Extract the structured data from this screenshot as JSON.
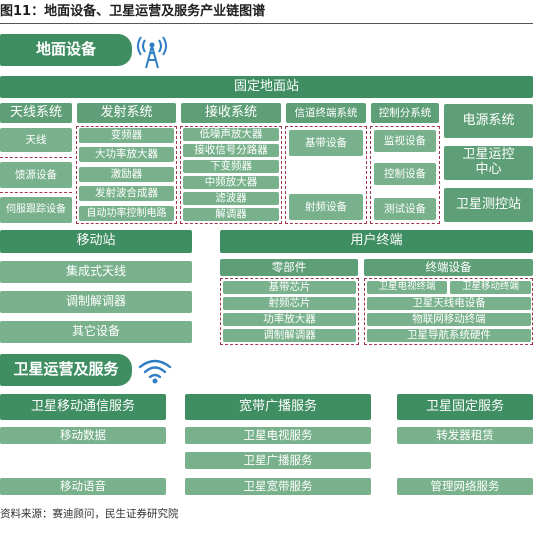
{
  "figure_title": "图11：地面设备、卫星运营及服务产业链图谱",
  "source_text": "资料来源：赛迪顾问，民生证券研究院",
  "ground": {
    "section_label": "地面设备",
    "station_label": "固定地面站",
    "columns": [
      {
        "header": "天线系统",
        "items": [
          "天线",
          "馈源设备",
          "伺服跟踪设备"
        ]
      },
      {
        "header": "发射系统",
        "items": [
          "变频器",
          "大功率放大器",
          "激励器",
          "发射波合成器",
          "自动功率控制电路"
        ]
      },
      {
        "header": "接收系统",
        "items": [
          "低噪声放大器",
          "接收信号分路器",
          "下变频器",
          "中频放大器",
          "滤波器",
          "解调器"
        ]
      },
      {
        "header": "信道终端系统",
        "items": [
          "基带设备",
          "射频设备"
        ]
      },
      {
        "header": "控制分系统",
        "items": [
          "监视设备",
          "控制设备",
          "测试设备"
        ]
      },
      {
        "header": "",
        "items": [
          "电源系统",
          "卫星运控中心",
          "卫星测控站"
        ]
      }
    ],
    "mobile": {
      "header": "移动站",
      "items": [
        "集成式天线",
        "调制解调器",
        "其它设备"
      ]
    },
    "user_terminal": {
      "header": "用户终端",
      "parts": {
        "header": "零部件",
        "items": [
          "基带芯片",
          "射频芯片",
          "功率放大器",
          "调制解调器"
        ]
      },
      "terminal_devices": {
        "header": "终端设备",
        "items": [
          "卫星电视终端",
          "卫星移动终端",
          "卫星天线电设备",
          "物联网移动终端",
          "卫星导航系统硬件"
        ]
      }
    }
  },
  "ops": {
    "section_label": "卫星运营及服务",
    "groups": [
      {
        "header": "卫星移动通信服务",
        "items": [
          "移动数据",
          "移动语音"
        ]
      },
      {
        "header": "宽带广播服务",
        "items": [
          "卫星电视服务",
          "卫星广播服务",
          "卫星宽带服务"
        ]
      },
      {
        "header": "卫星固定服务",
        "items": [
          "转发器租赁",
          "管理网络服务"
        ]
      }
    ]
  },
  "colors": {
    "dark": "#3f8e62",
    "medium": "#5f9f77",
    "light": "#78b18c",
    "dash": "#a0394f"
  },
  "icons": {
    "antenna": "antenna-tower-icon",
    "wifi": "wifi-signal-icon"
  }
}
